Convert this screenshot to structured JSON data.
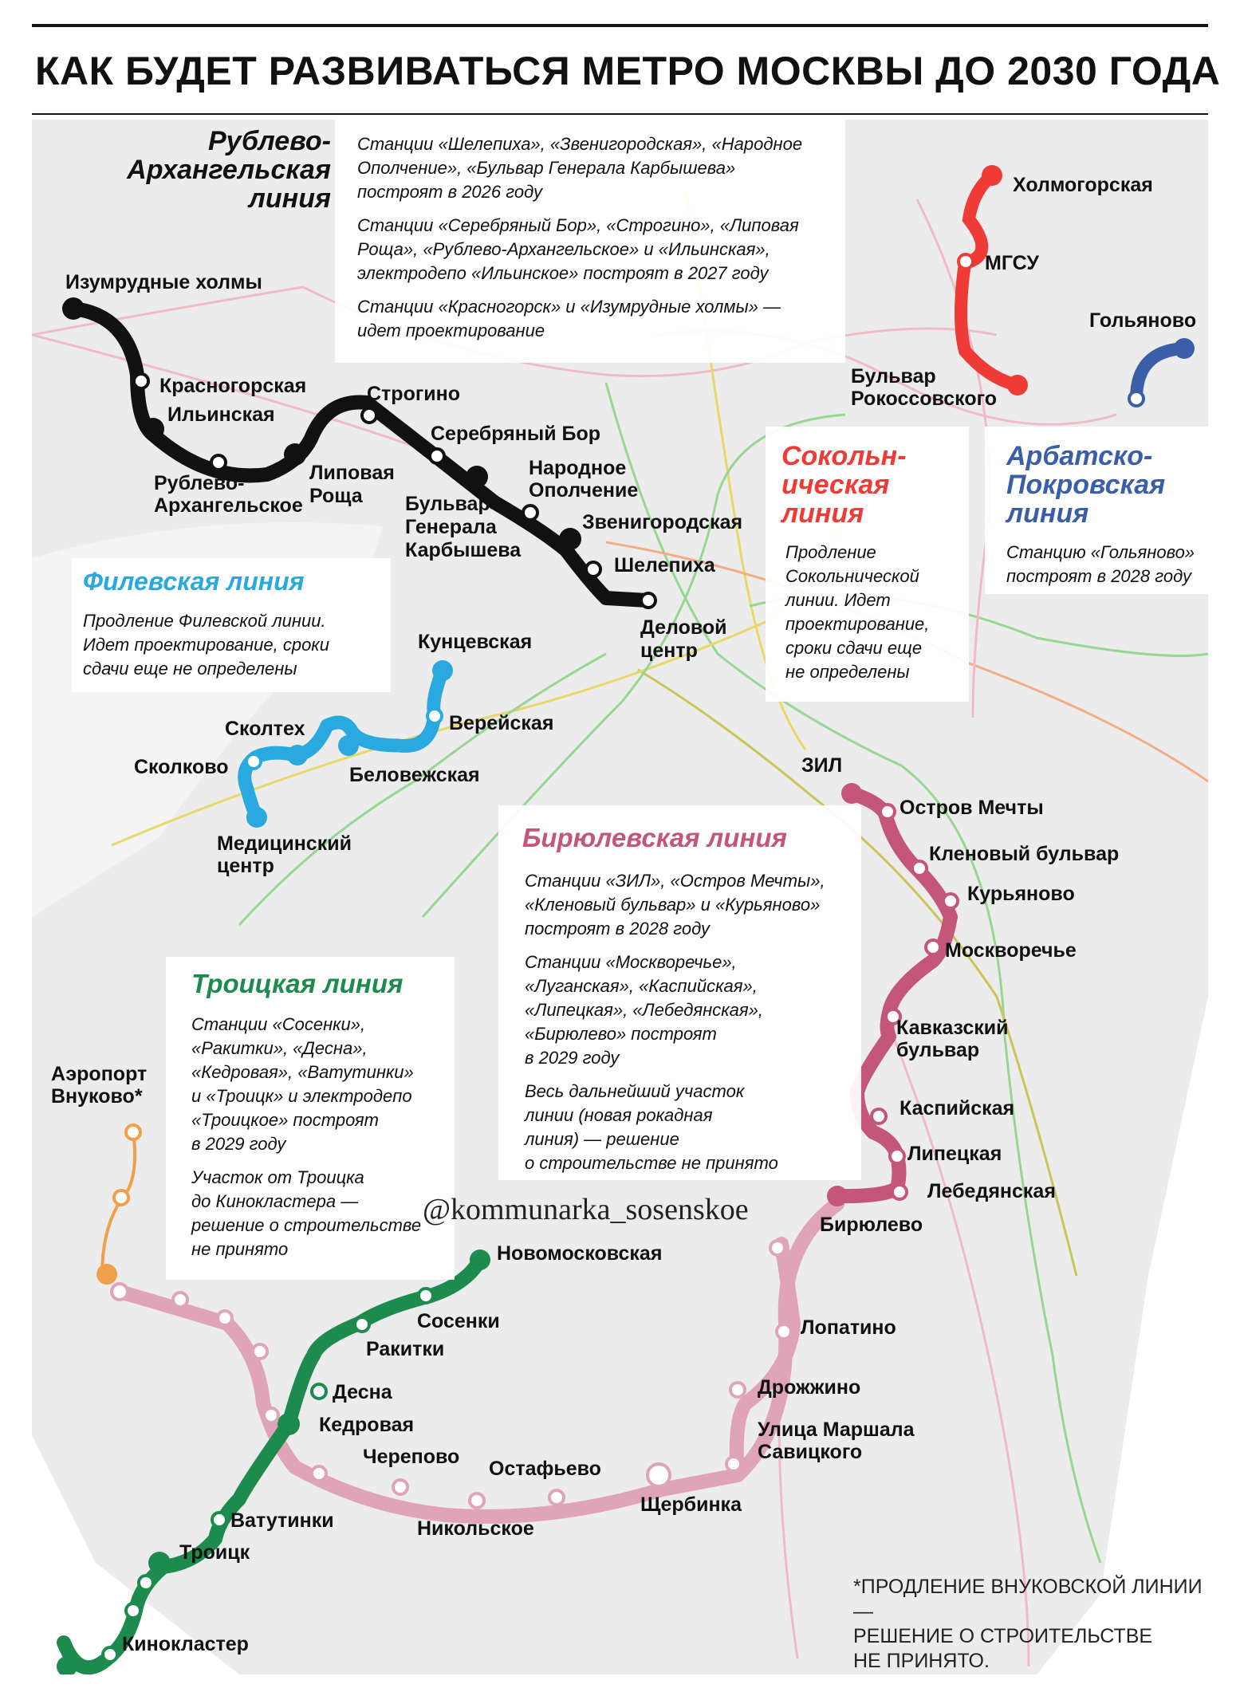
{
  "title": "КАК БУДЕТ РАЗВИВАТЬСЯ МЕТРО МОСКВЫ ДО 2030 ГОДА",
  "colors": {
    "rublevo": "#111111",
    "filevskaya": "#29a9e0",
    "sokolnicheskaya": "#ef3b36",
    "arbatsko": "#3a5fa8",
    "biryulevskaya": "#c4567a",
    "troitskaya": "#1d8a4e",
    "vnukovo": "#f0a04b",
    "bckl": "#e0a4b8",
    "background_lines": "#f1b6c4",
    "city_area": "#ececec"
  },
  "lines": {
    "rublevo": {
      "title_line1": "Рублево-",
      "title_line2": "Архангельская",
      "title_line3": "линия",
      "text1_l1": "Станции «Шелепиха», «Звенигородская», «Народное",
      "text1_l2": "Ополчение», «Бульвар Генерала Карбышева»",
      "text1_l3": "построят в 2026 году",
      "text2_l1": "Станции «Серебряный Бор», «Строгино», «Липовая",
      "text2_l2": "Роща», «Рублево-Архангельское» и «Ильинская»,",
      "text2_l3": "электродепо «Ильинское» построят в 2027 году",
      "text3_l1": "Станции «Красногорск» и «Изумрудные холмы» —",
      "text3_l2": "идет проектирование"
    },
    "filevskaya": {
      "title": "Филевская линия",
      "text_l1": "Продление Филевской линии.",
      "text_l2": "Идет проектирование, сроки",
      "text_l3": "сдачи еще не определены"
    },
    "sokolnicheskaya": {
      "title_line1": "Сокольн-",
      "title_line2": "ическая",
      "title_line3": "линия",
      "text_l1": "Продление",
      "text_l2": "Сокольнической",
      "text_l3": "линии. Идет",
      "text_l4": "проектирование,",
      "text_l5": "сроки сдачи еще",
      "text_l6": "не определены"
    },
    "arbatsko": {
      "title_line1": "Арбатско-",
      "title_line2": "Покровская",
      "title_line3": "линия",
      "text_l1": "Станцию «Гольяново»",
      "text_l2": "построят в 2028 году"
    },
    "biryulevskaya": {
      "title": "Бирюлевская линия",
      "text1_l1": "Станции «ЗИЛ», «Остров Мечты»,",
      "text1_l2": "«Кленовый бульвар» и «Курьяново»",
      "text1_l3": "построят в 2028 году",
      "text2_l1": "Станции «Москворечье»,",
      "text2_l2": "«Луганская», «Каспийская»,",
      "text2_l3": "«Липецкая», «Лебедянская»,",
      "text2_l4": "«Бирюлево» построят",
      "text2_l5": "в 2029 году",
      "text3_l1": "Весь дальнейший участок",
      "text3_l2": "линии (новая рокадная",
      "text3_l3": "линия) — решение",
      "text3_l4": "о строительстве не принято"
    },
    "troitskaya": {
      "title": "Троицкая линия",
      "text1_l1": "Станции «Сосенки»,",
      "text1_l2": "«Ракитки», «Десна»,",
      "text1_l3": "«Кедровая», «Ватутинки»",
      "text1_l4": "и «Троицк» и электродепо",
      "text1_l5": "«Троицкое» построят",
      "text1_l6": "в 2029 году",
      "text2_l1": "Участок от Троицка",
      "text2_l2": "до Кинокластера —",
      "text2_l3": "решение о строительстве",
      "text2_l4": "не принято"
    }
  },
  "stations": {
    "izumrudnye": "Изумрудные холмы",
    "krasnogorskaya": "Красногорская",
    "ilinskaya": "Ильинская",
    "rublevo_1": "Рублево-",
    "rublevo_2": "Архангельское",
    "lipovaya_1": "Липовая",
    "lipovaya_2": "Роща",
    "strogino": "Строгино",
    "serebryany": "Серебряный Бор",
    "narodnoe_1": "Народное",
    "narodnoe_2": "Ополчение",
    "karbysheva_1": "Бульвар",
    "karbysheva_2": "Генерала",
    "karbysheva_3": "Карбышева",
    "zvenigorodskaya": "Звенигородская",
    "shelepikha": "Шелепиха",
    "delovoy_1": "Деловой",
    "delovoy_2": "центр",
    "kholmogorskaya": "Холмогорская",
    "mgsu": "МГСУ",
    "rokossovskogo_1": "Бульвар",
    "rokossovskogo_2": "Рокоссовского",
    "golyanovo": "Гольяново",
    "kuntsevskaya": "Кунцевская",
    "vereyskaya": "Верейская",
    "skoltekh": "Сколтех",
    "skolkovo": "Сколково",
    "belovezhskaya": "Беловежская",
    "medcenter_1": "Медицинский",
    "medcenter_2": "центр",
    "zil": "ЗИЛ",
    "ostrov": "Остров Мечты",
    "klenovy": "Кленовый бульвар",
    "kuryanovo": "Курьяново",
    "moskvorechye": "Москворечье",
    "kavkazsky_1": "Кавказский",
    "kavkazsky_2": "бульвар",
    "kaspiyskaya": "Каспийская",
    "lipetskaya": "Липецкая",
    "lebedyanskaya": "Лебедянская",
    "biryulevo": "Бирюлево",
    "lopatino": "Лопатино",
    "drozhzhino": "Дрожжино",
    "savitskogo_1": "Улица Маршала",
    "savitskogo_2": "Савицкого",
    "shcherbinka": "Щербинка",
    "ostafyevo": "Остафьево",
    "nikolskoe": "Никольское",
    "cherepovo": "Черепово",
    "kedrovaya": "Кедровая",
    "desna": "Десна",
    "rakitki": "Ракитки",
    "sosenki": "Сосенки",
    "novomoskovskaya": "Новомосковская",
    "vatutinki": "Ватутинки",
    "troitsk": "Троицк",
    "kinoklaster": "Кинокластер",
    "vnukovo_1": "Аэропорт",
    "vnukovo_2": "Внуково*"
  },
  "watermark": "@kommunarka_sosenskoe",
  "footnote_l1": "*ПРОДЛЕНИЕ ВНУКОВСКОЙ ЛИНИИ —",
  "footnote_l2": "РЕШЕНИЕ О СТРОИТЕЛЬСТВЕ",
  "footnote_l3": "НЕ ПРИНЯТО."
}
